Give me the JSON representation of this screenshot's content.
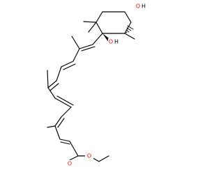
{
  "molecule": {
    "oh_upper": {
      "o": "O",
      "h": "H"
    },
    "oh_lower": {
      "o": "O",
      "h": "H"
    },
    "carbonyl_o": {
      "o": "O"
    },
    "ester_o": {
      "o": "O"
    }
  },
  "colors": {
    "bond": "#000000",
    "oxygen": "#ff0000",
    "background": "#ffffff"
  }
}
